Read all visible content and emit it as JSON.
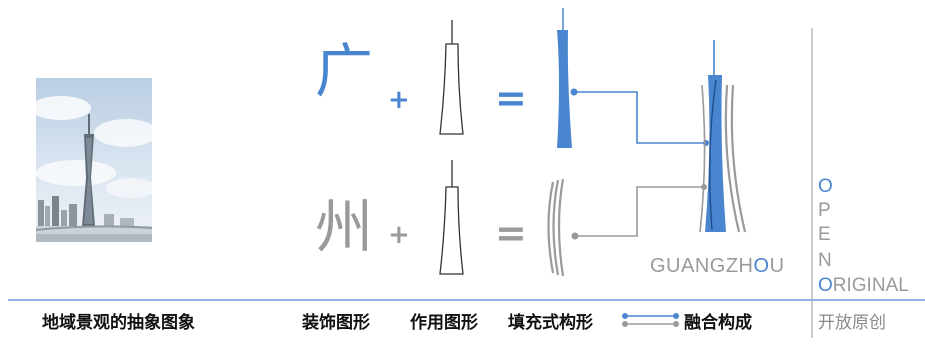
{
  "colors": {
    "blue": "#4a86cf",
    "grey": "#9a9a9a",
    "rule": "#6a9fd8",
    "divider": "#bdbdbd"
  },
  "row1": {
    "char": "广",
    "plus": "+",
    "equals": "="
  },
  "row2": {
    "char": "州",
    "plus": "+",
    "equals": "="
  },
  "brand": {
    "prefix": "GUANGZH",
    "highlight": "O",
    "suffix": "U"
  },
  "open_words": {
    "o1": "O",
    "p": "P",
    "e": "E",
    "n": "N",
    "original_o": "O",
    "original_rest": "RIGINAL"
  },
  "captions": {
    "regional": "地域景观的抽象图象",
    "decorative": "装饰图形",
    "functional": "作用图形",
    "fill": "填充式构形",
    "fusion": "融合构成",
    "open_original": "开放原创"
  }
}
